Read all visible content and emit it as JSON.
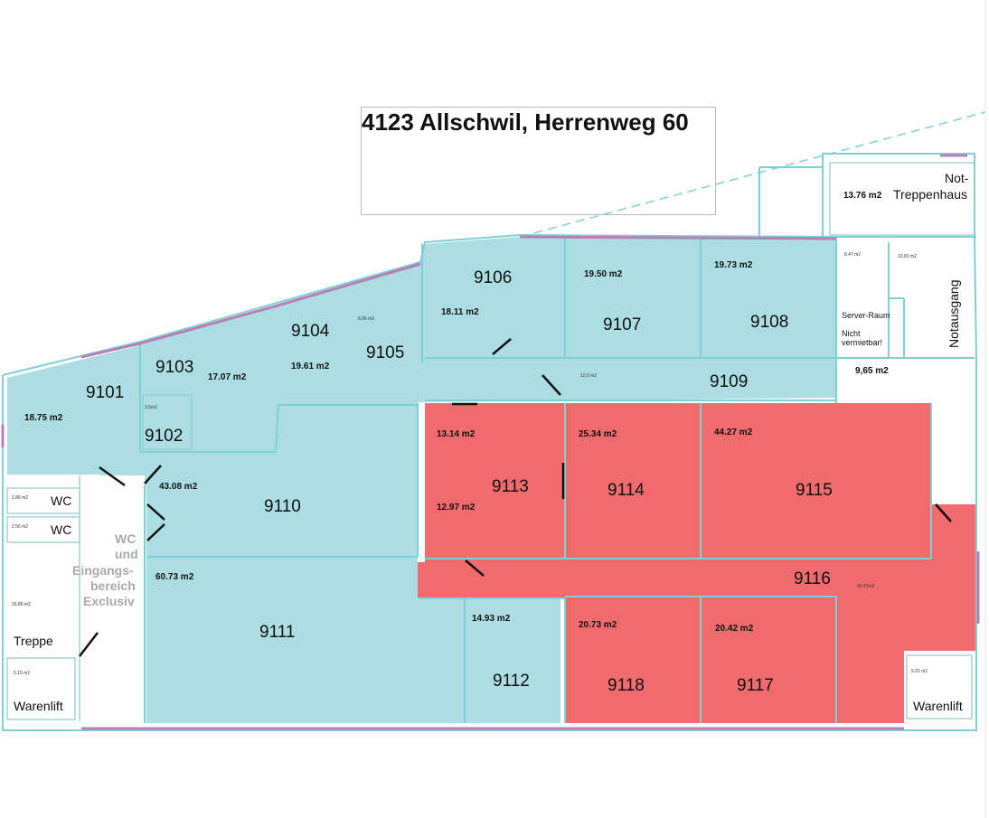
{
  "title": "4123 Allschwil, Herrenweg 60",
  "colors": {
    "available": "#abdde3",
    "rented": "#ef6b6d",
    "wall": "#7fd0d6",
    "window": "#b77fb3",
    "neutral": "#ffffff"
  },
  "rooms": {
    "r9101": {
      "number": "9101",
      "area": "18.75 m2"
    },
    "r9102": {
      "number": "9102",
      "area": "3.5m2"
    },
    "r9103": {
      "number": "9103",
      "area": "17.07 m2"
    },
    "r9104": {
      "number": "9104",
      "area": "19.61 m2"
    },
    "r9105": {
      "number": "9105",
      "area": "6.06 m2"
    },
    "r9106": {
      "number": "9106",
      "area": "18.11 m2"
    },
    "r9107": {
      "number": "9107",
      "area": "19.50 m2"
    },
    "r9108": {
      "number": "9108",
      "area": "19.73 m2"
    },
    "r9109": {
      "number": "9109",
      "area": "12,0 m2"
    },
    "r9110": {
      "number": "9110",
      "area": "43.08 m2"
    },
    "r9111": {
      "number": "9111",
      "area": "60.73 m2"
    },
    "r9112": {
      "number": "9112",
      "area": "14.93 m2"
    },
    "r9113": {
      "number": "9113",
      "area": "13.14 m2",
      "area2": "12.97 m2"
    },
    "r9114": {
      "number": "9114",
      "area": "25.34 m2"
    },
    "r9115": {
      "number": "9115",
      "area": "44.27 m2"
    },
    "r9116": {
      "number": "9116",
      "area": "43.47m2"
    },
    "r9117": {
      "number": "9117",
      "area": "20.42 m2"
    },
    "r9118": {
      "number": "9118",
      "area": "20.73 m2"
    }
  },
  "labels": {
    "not_treppenhaus_1": "Not-",
    "not_treppenhaus_2": "Treppenhaus",
    "not_treppenhaus_area": "13.76 m2",
    "notausgang": "Notausgang",
    "server_raum_1": "Server-Raum",
    "server_raum_2": "Nicht",
    "server_raum_3": "vermietbar!",
    "server_area": "8.47 m2",
    "notausgang_area": "10.81 m2",
    "corridor_right_area": "9,65 m2",
    "wc": "WC",
    "wc1_area": "2.86 m2",
    "wc2_area": "2.56 m2",
    "wc_entry_1": "WC",
    "wc_entry_2": "und",
    "wc_entry_3": "Eingangs-",
    "wc_entry_4": "bereich",
    "wc_entry_5": "Exclusiv",
    "treppe": "Treppe",
    "treppe_area": "26.80 m2",
    "warenlift": "Warenlift",
    "warenlift_left_area": "5.15 m2",
    "warenlift_right_area": "5.31 m2"
  }
}
